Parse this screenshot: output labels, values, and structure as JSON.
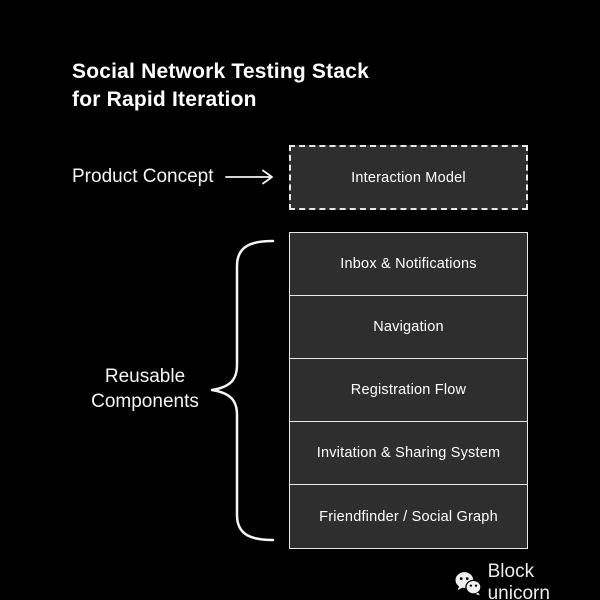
{
  "title": {
    "line1": "Social Network Testing Stack",
    "line2": "for Rapid Iteration"
  },
  "labels": {
    "product_concept": "Product Concept",
    "interaction_model": "Interaction Model",
    "reusable_line1": "Reusable",
    "reusable_line2": "Components"
  },
  "stack": {
    "items": [
      {
        "label": "Inbox & Notifications"
      },
      {
        "label": "Navigation"
      },
      {
        "label": "Registration Flow"
      },
      {
        "label": "Invitation & Sharing System"
      },
      {
        "label": "Friendfinder / Social Graph"
      }
    ]
  },
  "footer": {
    "brand": "Block unicorn",
    "icon": "wechat-icon"
  },
  "icons": {
    "arrow": "arrow-right-icon",
    "brace": "curly-brace-left-icon"
  },
  "colors": {
    "background": "#000000",
    "box_fill": "#2e2e2e",
    "box_border": "#e8e8e8",
    "text": "#ffffff",
    "line": "#f5f5f5"
  }
}
